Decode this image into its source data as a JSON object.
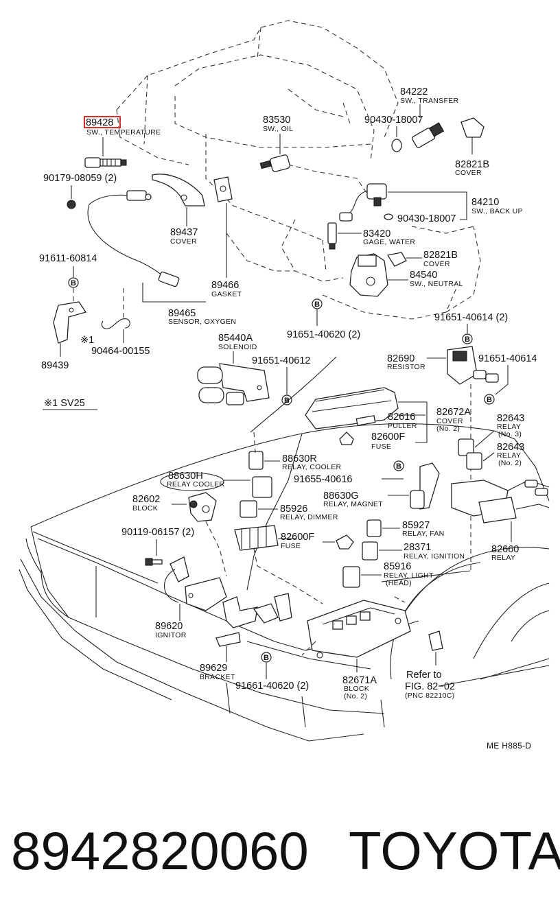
{
  "highlight_color": "#d32f2f",
  "callout_symbol": "B",
  "labels": {
    "p89428": {
      "number": "89428",
      "desc": "SW., TEMPERATURE"
    },
    "p83530": {
      "number": "83530",
      "desc": "SW., OIL"
    },
    "p84222": {
      "number": "84222",
      "desc": "SW., TRANSFER"
    },
    "p90430a": {
      "number": "90430-18007"
    },
    "p82821b_a": {
      "number": "82821B",
      "desc": "COVER"
    },
    "p90179": {
      "number": "90179-08059 (2)"
    },
    "p84210": {
      "number": "84210",
      "desc": "SW., BACK UP"
    },
    "p90430b": {
      "number": "90430-18007"
    },
    "p89437": {
      "number": "89437",
      "desc": "COVER"
    },
    "p83420": {
      "number": "83420",
      "desc": "GAGE, WATER"
    },
    "p82821b_b": {
      "number": "82821B",
      "desc": "COVER"
    },
    "p91611": {
      "number": "91611-60814"
    },
    "p84540": {
      "number": "84540",
      "desc": "SW., NEUTRAL"
    },
    "p89466": {
      "number": "89466",
      "desc": "GASKET"
    },
    "p89465": {
      "number": "89465",
      "desc": "SENSOR, OXYGEN"
    },
    "p91651_a": {
      "number": "91651-40614 (2)"
    },
    "p91651_b": {
      "number": "91651-40620 (2)"
    },
    "p89439": {
      "number": "89439"
    },
    "p90464": {
      "number": "90464-00155"
    },
    "star1": {
      "text": "※1"
    },
    "note_sv25": {
      "text": "※1 SV25"
    },
    "p85440a": {
      "number": "85440A",
      "desc": "SOLENOID"
    },
    "p91651_c": {
      "number": "91651-40612"
    },
    "p82690": {
      "number": "82690",
      "desc": "RESISTOR"
    },
    "p91651_d": {
      "number": "91651-40614"
    },
    "p82616": {
      "number": "82616",
      "desc": "PULLER"
    },
    "p82672a": {
      "number": "82672A",
      "desc": "COVER",
      "desc2": "(No. 2)"
    },
    "p82600f_a": {
      "number": "82600F",
      "desc": "FUSE"
    },
    "p82643_a": {
      "number": "82643",
      "desc": "RELAY",
      "desc2": "(No. 3)"
    },
    "p82643_b": {
      "number": "82643",
      "desc": "RELAY",
      "desc2": "(No. 2)"
    },
    "p88630r": {
      "number": "88630R",
      "desc": "RELAY, COOLER"
    },
    "p88630h": {
      "number": "88630H",
      "desc": "RELAY COOLER"
    },
    "p91655": {
      "number": "91655-40616"
    },
    "p88630g": {
      "number": "88630G",
      "desc": "RELAY, MAGNET"
    },
    "p82602": {
      "number": "82602",
      "desc": "BLOCK"
    },
    "p85926": {
      "number": "85926",
      "desc": "RELAY, DIMMER"
    },
    "p90119": {
      "number": "90119-06157 (2)"
    },
    "p82600f_b": {
      "number": "82600F",
      "desc": "FUSE"
    },
    "p85927": {
      "number": "85927",
      "desc": "RELAY, FAN"
    },
    "p28371": {
      "number": "28371",
      "desc": "RELAY, IGNITION"
    },
    "p82660": {
      "number": "82660",
      "desc": "RELAY"
    },
    "p85916": {
      "number": "85916",
      "desc": "RELAY, LIGHT",
      "desc2": "(HEAD)"
    },
    "p89620": {
      "number": "89620",
      "desc": "IGNITOR"
    },
    "p89629": {
      "number": "89629",
      "desc": "BRACKET"
    },
    "p91661": {
      "number": "91661-40620 (2)"
    },
    "p82671a": {
      "number": "82671A",
      "desc": "BLOCK",
      "desc2": "(No. 2)"
    },
    "refer": {
      "line1": "Refer to",
      "line2": "FIG. 82−02",
      "line3": "(PNC 82210C)"
    },
    "diagram_code": {
      "text": "ME H885-D"
    }
  },
  "footer": {
    "part_number": "8942820060",
    "brand": "TOYOTA"
  }
}
